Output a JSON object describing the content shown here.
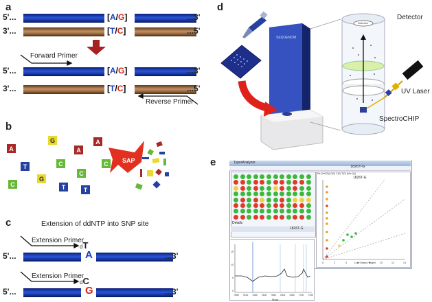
{
  "panels": {
    "a": "a",
    "b": "b",
    "c": "c",
    "d": "d",
    "e": "e"
  },
  "panel_a": {
    "five_prime": "5'...",
    "three_prime": "...3'",
    "three_prime_l": "3'...",
    "five_prime_r": "...5'",
    "snp_top": {
      "open": "[",
      "a": "A",
      "slash": "/",
      "b": "G",
      "close": "]"
    },
    "snp_bottom": {
      "open": "[",
      "a": "T",
      "slash": "/",
      "b": "C",
      "close": "]"
    },
    "forward_primer": "Forward Primer",
    "reverse_primer": "Reverse Primer",
    "colors": {
      "red": "#d0281c",
      "blue": "#1a3fbf",
      "arrow": "#a82020"
    }
  },
  "panel_b": {
    "tiles": [
      {
        "t": "A",
        "c": "#a82828"
      },
      {
        "t": "G",
        "c": "#e8d830"
      },
      {
        "t": "A",
        "c": "#a82828"
      },
      {
        "t": "A",
        "c": "#a82828"
      },
      {
        "t": "T",
        "c": "#2440a0"
      },
      {
        "t": "C",
        "c": "#66b838"
      },
      {
        "t": "C",
        "c": "#66b838"
      },
      {
        "t": "C",
        "c": "#66b838"
      },
      {
        "t": "G",
        "c": "#e8d830"
      },
      {
        "t": "T",
        "c": "#2440a0"
      },
      {
        "t": "C",
        "c": "#66b838"
      },
      {
        "t": "T",
        "c": "#2440a0"
      }
    ],
    "sap": "SAP",
    "sap_color": "#e23020"
  },
  "panel_c": {
    "title": "Extension of ddNTP into SNP site",
    "extension_primer": "Extension Primer",
    "row1": {
      "dd": "d",
      "base": "T",
      "snp": "A",
      "snp_color": "#1a3fbf"
    },
    "row2": {
      "dd": "d",
      "base": "C",
      "snp": "G",
      "snp_color": "#d0281c"
    },
    "five_prime": "5'...",
    "three_prime": "...3'"
  },
  "panel_d": {
    "detector": "Detector",
    "detector_cap": "Detector",
    "uv_laser": "UV Laser",
    "spectrochip": "SpectroCHIP",
    "instrument": "SEQUENOM"
  },
  "panel_e": {
    "window_title": "TyperAnalyzer",
    "plot_title": "1826T-G",
    "plot_title2": "1826T-G",
    "legend": [
      "Rs (0x0(5))",
      "G(0)",
      "C(0)",
      "T(0)",
      "(Mw (1))"
    ],
    "plate_caption": "1826T-G",
    "details": "Details",
    "x_axis_label": "Mass",
    "scatter_xlabel": "Low Mass Height",
    "spectrum_ticks": [
      "7350",
      "7400",
      "7450",
      "7500",
      "7550",
      "7600",
      "7650",
      "7700",
      "7750"
    ],
    "spectrum_yticks": [
      "15",
      "10",
      "5",
      "0"
    ],
    "scatter_xticks": [
      "0",
      "2",
      "4",
      "6",
      "8",
      "10",
      "12",
      "14"
    ]
  }
}
